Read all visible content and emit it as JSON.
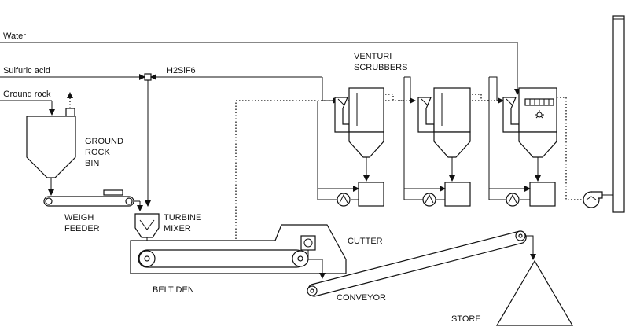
{
  "inputs": {
    "water": "Water",
    "sulfuric_acid": "Sulfuric acid",
    "ground_rock": "Ground rock",
    "h2sif6": "H2SiF6"
  },
  "equipment": {
    "ground_rock_bin": [
      "GROUND",
      "ROCK",
      "BIN"
    ],
    "weigh_feeder": [
      "WEIGH",
      "FEEDER"
    ],
    "turbine_mixer": [
      "TURBINE",
      "MIXER"
    ],
    "venturi_scrubbers": [
      "VENTURI",
      "SCRUBBERS"
    ],
    "cutter": "CUTTER",
    "belt_den": "BELT DEN",
    "conveyor": "CONVEYOR",
    "store": "STORE"
  }
}
